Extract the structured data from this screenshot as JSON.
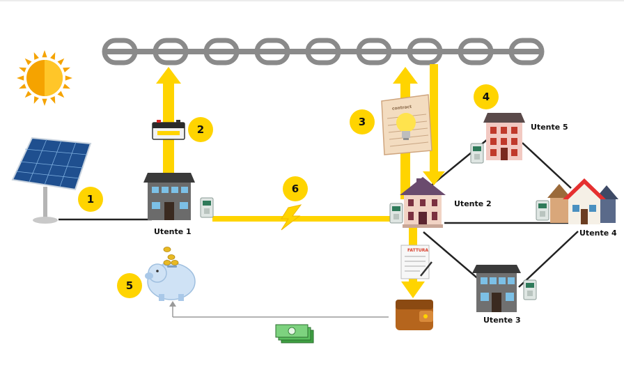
{
  "badges": [
    "1",
    "2",
    "3",
    "4",
    "5",
    "6"
  ],
  "users": {
    "u1": "Utente 1",
    "u2": "Utente 2",
    "u3": "Utente 3",
    "u4": "Utente 4",
    "u5": "Utente 5"
  },
  "documents": {
    "contract": "contract",
    "invoice": "FATTURA"
  },
  "colors": {
    "energy": "#FFD400",
    "chain": "#8a8a8a",
    "badge": "#FFD400",
    "wire": "#222222",
    "return_line": "#9a9a9a"
  }
}
